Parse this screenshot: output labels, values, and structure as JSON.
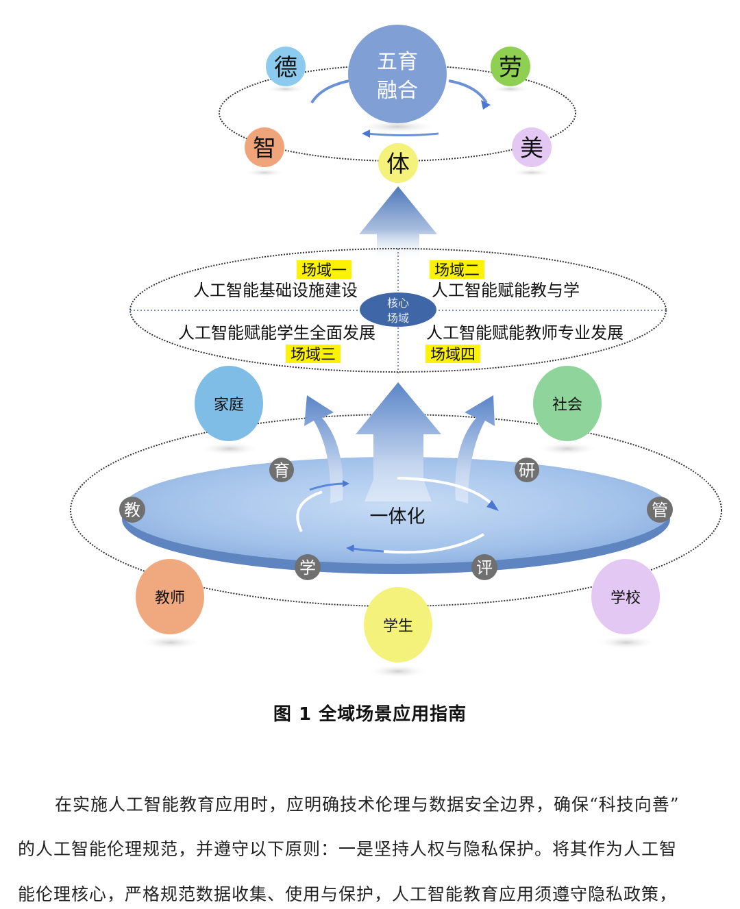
{
  "top_cluster": {
    "center_label_line1": "五育",
    "center_label_line2": "融合",
    "nodes": [
      {
        "label": "德",
        "color": "#8ccbee"
      },
      {
        "label": "劳",
        "color": "#8fcf52"
      },
      {
        "label": "智",
        "color": "#f0a47a"
      },
      {
        "label": "美",
        "color": "#e3c8f4"
      },
      {
        "label": "体",
        "color": "#f4f27a"
      }
    ],
    "center_color": "#809fd4"
  },
  "core": {
    "label_line1": "核心",
    "label_line2": "场域",
    "color": "#3f67a8",
    "fields": [
      {
        "tag": "场域一",
        "title": "人工智能基础设施建设"
      },
      {
        "tag": "场域二",
        "title": "人工智能赋能教与学"
      },
      {
        "tag": "场域三",
        "title": "人工智能赋能学生全面发展"
      },
      {
        "tag": "场域四",
        "title": "人工智能赋能教师专业发展"
      }
    ],
    "tag_highlight": "#fff200"
  },
  "bottom_cluster": {
    "center_label": "一体化",
    "process_nodes": [
      "育",
      "研",
      "教",
      "管",
      "学",
      "评"
    ],
    "stakeholders": [
      {
        "label": "家庭",
        "color": "#7fbce6"
      },
      {
        "label": "社会",
        "color": "#8fd49a"
      },
      {
        "label": "教师",
        "color": "#f0a87e"
      },
      {
        "label": "学生",
        "color": "#f4f27a"
      },
      {
        "label": "学校",
        "color": "#e3c8f4"
      }
    ]
  },
  "figure_caption": "图 1  全域场景应用指南",
  "body_lines": [
    "在实施人工智能教育应用时，应明确技术伦理与数据安全边界，确保“科技向善”",
    "的人工智能伦理规范，并遵守以下原则：一是坚持人权与隐私保护。将其作为人工智",
    "能伦理核心，严格规范数据收集、使用与保护，人工智能教育应用须遵守隐私政策，"
  ]
}
